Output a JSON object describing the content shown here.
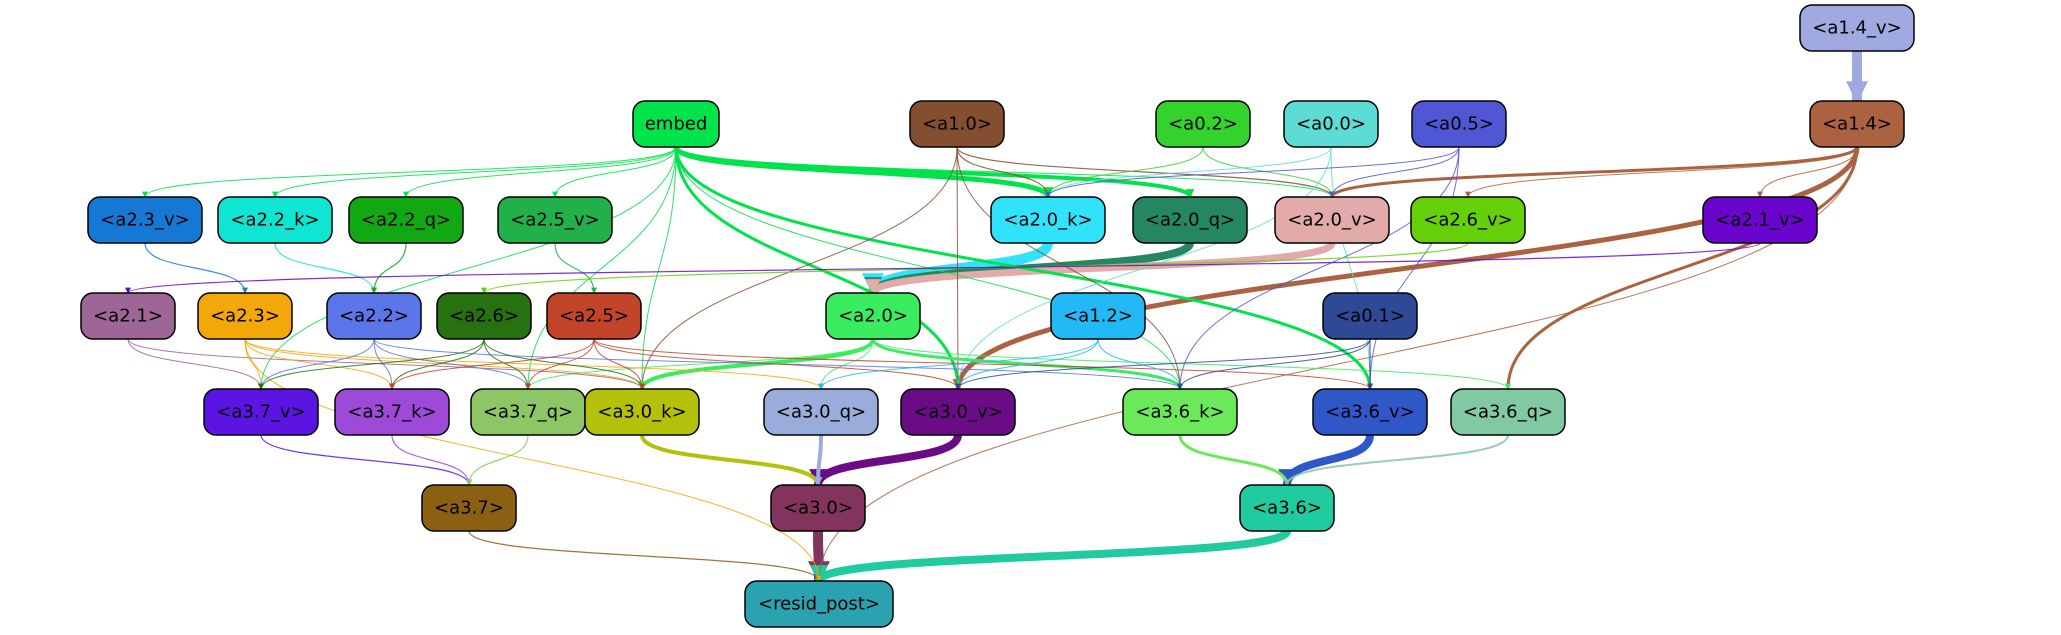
{
  "nodes": [
    {
      "id": "a1_4_v",
      "label": "<a1.4_v>",
      "fill": "#a0a9e0",
      "text": "#000000"
    },
    {
      "id": "embed",
      "label": "embed",
      "fill": "#00e34a",
      "text": "#000000"
    },
    {
      "id": "a1_0",
      "label": "<a1.0>",
      "fill": "#844f31",
      "text": "#000000"
    },
    {
      "id": "a0_2",
      "label": "<a0.2>",
      "fill": "#33d22c",
      "text": "#000000"
    },
    {
      "id": "a0_0",
      "label": "<a0.0>",
      "fill": "#5ddcd6",
      "text": "#000000"
    },
    {
      "id": "a0_5",
      "label": "<a0.5>",
      "fill": "#4f57d5",
      "text": "#000000"
    },
    {
      "id": "a1_4",
      "label": "<a1.4>",
      "fill": "#aa6240",
      "text": "#000000"
    },
    {
      "id": "a2_3_v",
      "label": "<a2.3_v>",
      "fill": "#1578d4",
      "text": "#000000"
    },
    {
      "id": "a2_2_k",
      "label": "<a2.2_k>",
      "fill": "#0fe5d3",
      "text": "#000000"
    },
    {
      "id": "a2_2_q",
      "label": "<a2.2_q>",
      "fill": "#12a813",
      "text": "#000000"
    },
    {
      "id": "a2_5_v",
      "label": "<a2.5_v>",
      "fill": "#22b04a",
      "text": "#000000"
    },
    {
      "id": "a2_0_k",
      "label": "<a2.0_k>",
      "fill": "#31e2fb",
      "text": "#000000"
    },
    {
      "id": "a2_0_q",
      "label": "<a2.0_q>",
      "fill": "#248761",
      "text": "#000000"
    },
    {
      "id": "a2_0_v",
      "label": "<a2.0_v>",
      "fill": "#e2aba9",
      "text": "#000000"
    },
    {
      "id": "a2_6_v",
      "label": "<a2.6_v>",
      "fill": "#65d009",
      "text": "#000000"
    },
    {
      "id": "a2_1_v",
      "label": "<a2.1_v>",
      "fill": "#6905cc",
      "text": "#000000"
    },
    {
      "id": "a2_1",
      "label": "<a2.1>",
      "fill": "#9d6696",
      "text": "#000000"
    },
    {
      "id": "a2_3",
      "label": "<a2.3>",
      "fill": "#f4a708",
      "text": "#000000"
    },
    {
      "id": "a2_2",
      "label": "<a2.2>",
      "fill": "#5a76e9",
      "text": "#000000"
    },
    {
      "id": "a2_6",
      "label": "<a2.6>",
      "fill": "#287110",
      "text": "#000000"
    },
    {
      "id": "a2_5",
      "label": "<a2.5>",
      "fill": "#c24429",
      "text": "#000000"
    },
    {
      "id": "a2_0",
      "label": "<a2.0>",
      "fill": "#39ed5e",
      "text": "#000000"
    },
    {
      "id": "a1_2",
      "label": "<a1.2>",
      "fill": "#22b9f6",
      "text": "#000000"
    },
    {
      "id": "a0_1",
      "label": "<a0.1>",
      "fill": "#2e4995",
      "text": "#000000"
    },
    {
      "id": "a3_7_v",
      "label": "<a3.7_v>",
      "fill": "#5c14e3",
      "text": "#000000"
    },
    {
      "id": "a3_7_k",
      "label": "<a3.7_k>",
      "fill": "#9d4ad9",
      "text": "#000000"
    },
    {
      "id": "a3_7_q",
      "label": "<a3.7_q>",
      "fill": "#8dc664",
      "text": "#000000"
    },
    {
      "id": "a3_0_k",
      "label": "<a3.0_k>",
      "fill": "#b3c10b",
      "text": "#000000"
    },
    {
      "id": "a3_0_q",
      "label": "<a3.0_q>",
      "fill": "#99acdc",
      "text": "#000000"
    },
    {
      "id": "a3_0_v",
      "label": "<a3.0_v>",
      "fill": "#6b0c87",
      "text": "#000000"
    },
    {
      "id": "a3_6_k",
      "label": "<a3.6_k>",
      "fill": "#6ce95a",
      "text": "#000000"
    },
    {
      "id": "a3_6_v",
      "label": "<a3.6_v>",
      "fill": "#2f57c8",
      "text": "#000000"
    },
    {
      "id": "a3_6_q",
      "label": "<a3.6_q>",
      "fill": "#80c9a3",
      "text": "#000000"
    },
    {
      "id": "a3_7",
      "label": "<a3.7>",
      "fill": "#8b6012",
      "text": "#000000"
    },
    {
      "id": "a3_0",
      "label": "<a3.0>",
      "fill": "#83345d",
      "text": "#000000"
    },
    {
      "id": "a3_6",
      "label": "<a3.6>",
      "fill": "#1fcb9f",
      "text": "#000000"
    },
    {
      "id": "resid_post",
      "label": "<resid_post>",
      "fill": "#2aa2b0",
      "text": "#000000"
    }
  ],
  "edges": [
    {
      "from": "a1_4_v",
      "to": "a1_4",
      "color": "#a0a9e0",
      "weight": 10
    },
    {
      "from": "a3_0",
      "to": "resid_post",
      "color": "#83345d",
      "weight": 10
    },
    {
      "from": "a3_6",
      "to": "resid_post",
      "color": "#1fcb9f",
      "weight": 8
    },
    {
      "from": "a3_7",
      "to": "resid_post",
      "color": "#8b6012",
      "weight": 1.2
    },
    {
      "from": "a1_4",
      "to": "resid_post",
      "color": "#aa6240",
      "weight": 1
    },
    {
      "from": "a2_3",
      "to": "resid_post",
      "color": "#f4a708",
      "weight": 1
    },
    {
      "from": "a3_0_v",
      "to": "a3_0",
      "color": "#6b0c87",
      "weight": 8
    },
    {
      "from": "a3_0_k",
      "to": "a3_0",
      "color": "#b3c10b",
      "weight": 4
    },
    {
      "from": "a3_0_q",
      "to": "a3_0",
      "color": "#99acdc",
      "weight": 4
    },
    {
      "from": "a3_6_v",
      "to": "a3_6",
      "color": "#2f57c8",
      "weight": 8
    },
    {
      "from": "a3_6_k",
      "to": "a3_6",
      "color": "#6ce95a",
      "weight": 3
    },
    {
      "from": "a3_6_q",
      "to": "a3_6",
      "color": "#80c9a3",
      "weight": 2
    },
    {
      "from": "a3_7_v",
      "to": "a3_7",
      "color": "#5c14e3",
      "weight": 1.2
    },
    {
      "from": "a3_7_k",
      "to": "a3_7",
      "color": "#9d4ad9",
      "weight": 1.2
    },
    {
      "from": "a3_7_q",
      "to": "a3_7",
      "color": "#8dc664",
      "weight": 1.2
    },
    {
      "from": "a2_0_k",
      "to": "a2_0",
      "color": "#31e2fb",
      "weight": 10
    },
    {
      "from": "a2_0_q",
      "to": "a2_0",
      "color": "#248761",
      "weight": 8
    },
    {
      "from": "a2_0_v",
      "to": "a2_0",
      "color": "#e2aba9",
      "weight": 7
    },
    {
      "from": "a1_4",
      "to": "a3_0_v",
      "color": "#aa6240",
      "weight": 5
    },
    {
      "from": "a1_4",
      "to": "a3_6_q",
      "color": "#aa6240",
      "weight": 3
    },
    {
      "from": "a1_4",
      "to": "a2_0_v",
      "color": "#aa6240",
      "weight": 3
    },
    {
      "from": "a1_4",
      "to": "a2_1_v",
      "color": "#aa6240",
      "weight": 1
    },
    {
      "from": "a1_4",
      "to": "a2_6_v",
      "color": "#aa6240",
      "weight": 1
    },
    {
      "from": "embed",
      "to": "a2_0_k",
      "color": "#00e34a",
      "weight": 5
    },
    {
      "from": "embed",
      "to": "a2_0_q",
      "color": "#00e34a",
      "weight": 4
    },
    {
      "from": "embed",
      "to": "a3_0_v",
      "color": "#00e34a",
      "weight": 3
    },
    {
      "from": "embed",
      "to": "a3_6_v",
      "color": "#00e34a",
      "weight": 3
    },
    {
      "from": "embed",
      "to": "a2_0_v",
      "color": "#00e34a",
      "weight": 1
    },
    {
      "from": "embed",
      "to": "a2_3_v",
      "color": "#00e34a",
      "weight": 1
    },
    {
      "from": "embed",
      "to": "a2_2_k",
      "color": "#00e34a",
      "weight": 1
    },
    {
      "from": "embed",
      "to": "a2_2_q",
      "color": "#00e34a",
      "weight": 1
    },
    {
      "from": "embed",
      "to": "a2_5_v",
      "color": "#00e34a",
      "weight": 1
    },
    {
      "from": "embed",
      "to": "a3_7_v",
      "color": "#00e34a",
      "weight": 1
    },
    {
      "from": "embed",
      "to": "a3_7_q",
      "color": "#00e34a",
      "weight": 1
    },
    {
      "from": "embed",
      "to": "a3_0_k",
      "color": "#00e34a",
      "weight": 1
    },
    {
      "from": "embed",
      "to": "a3_6_k",
      "color": "#00e34a",
      "weight": 1
    },
    {
      "from": "a1_0",
      "to": "a2_0_k",
      "color": "#844f31",
      "weight": 1.2
    },
    {
      "from": "a1_0",
      "to": "a2_0_v",
      "color": "#844f31",
      "weight": 1.2
    },
    {
      "from": "a1_0",
      "to": "a3_0_v",
      "color": "#844f31",
      "weight": 1
    },
    {
      "from": "a1_0",
      "to": "a3_0_k",
      "color": "#844f31",
      "weight": 1
    },
    {
      "from": "a1_0",
      "to": "a3_6_k",
      "color": "#844f31",
      "weight": 1
    },
    {
      "from": "a0_2",
      "to": "a2_0_k",
      "color": "#33d22c",
      "weight": 1
    },
    {
      "from": "a0_2",
      "to": "a2_0_v",
      "color": "#33d22c",
      "weight": 1
    },
    {
      "from": "a0_0",
      "to": "a2_0_k",
      "color": "#5ddcd6",
      "weight": 1
    },
    {
      "from": "a0_0",
      "to": "a3_6_v",
      "color": "#5ddcd6",
      "weight": 1
    },
    {
      "from": "a0_0",
      "to": "a3_0_v",
      "color": "#5ddcd6",
      "weight": 1
    },
    {
      "from": "a0_5",
      "to": "a2_0_k",
      "color": "#4f57d5",
      "weight": 1
    },
    {
      "from": "a0_5",
      "to": "a2_0_v",
      "color": "#4f57d5",
      "weight": 1
    },
    {
      "from": "a0_5",
      "to": "a3_6_k",
      "color": "#4f57d5",
      "weight": 1
    },
    {
      "from": "a0_5",
      "to": "a3_6_v",
      "color": "#4f57d5",
      "weight": 1
    },
    {
      "from": "a2_3_v",
      "to": "a2_3",
      "color": "#1578d4",
      "weight": 1.2
    },
    {
      "from": "a2_2_k",
      "to": "a2_2",
      "color": "#0fe5d3",
      "weight": 1.2
    },
    {
      "from": "a2_2_q",
      "to": "a2_2",
      "color": "#12a813",
      "weight": 1.2
    },
    {
      "from": "a2_5_v",
      "to": "a2_5",
      "color": "#22b04a",
      "weight": 1.2
    },
    {
      "from": "a2_6_v",
      "to": "a2_6",
      "color": "#65d009",
      "weight": 1.2
    },
    {
      "from": "a2_1_v",
      "to": "a2_1",
      "color": "#6905cc",
      "weight": 1.2
    },
    {
      "from": "a2_0",
      "to": "a3_0_k",
      "color": "#39ed5e",
      "weight": 4
    },
    {
      "from": "a2_0",
      "to": "a3_6_k",
      "color": "#39ed5e",
      "weight": 3
    },
    {
      "from": "a2_0",
      "to": "a3_0_q",
      "color": "#39ed5e",
      "weight": 1
    },
    {
      "from": "a2_0",
      "to": "a3_6_q",
      "color": "#39ed5e",
      "weight": 1
    },
    {
      "from": "a2_0",
      "to": "a3_7_q",
      "color": "#39ed5e",
      "weight": 1
    },
    {
      "from": "a2_1",
      "to": "a3_7_v",
      "color": "#9d6696",
      "weight": 1
    },
    {
      "from": "a2_1",
      "to": "a3_0_k",
      "color": "#9d6696",
      "weight": 1
    },
    {
      "from": "a2_3",
      "to": "a3_7_v",
      "color": "#f4a708",
      "weight": 1
    },
    {
      "from": "a2_3",
      "to": "a3_7_k",
      "color": "#f4a708",
      "weight": 1
    },
    {
      "from": "a2_3",
      "to": "a3_0_k",
      "color": "#f4a708",
      "weight": 1
    },
    {
      "from": "a2_3",
      "to": "a3_0_q",
      "color": "#f4a708",
      "weight": 1
    },
    {
      "from": "a2_2",
      "to": "a3_7_v",
      "color": "#5a76e9",
      "weight": 1
    },
    {
      "from": "a2_2",
      "to": "a3_7_k",
      "color": "#5a76e9",
      "weight": 1
    },
    {
      "from": "a2_2",
      "to": "a3_7_q",
      "color": "#5a76e9",
      "weight": 1
    },
    {
      "from": "a2_2",
      "to": "a3_6_k",
      "color": "#5a76e9",
      "weight": 1
    },
    {
      "from": "a2_6",
      "to": "a3_7_v",
      "color": "#287110",
      "weight": 1
    },
    {
      "from": "a2_6",
      "to": "a3_7_k",
      "color": "#287110",
      "weight": 1
    },
    {
      "from": "a2_6",
      "to": "a3_7_q",
      "color": "#287110",
      "weight": 1
    },
    {
      "from": "a2_6",
      "to": "a3_0_k",
      "color": "#287110",
      "weight": 1
    },
    {
      "from": "a2_5",
      "to": "a3_7_k",
      "color": "#c24429",
      "weight": 1
    },
    {
      "from": "a2_5",
      "to": "a3_7_q",
      "color": "#c24429",
      "weight": 1
    },
    {
      "from": "a2_5",
      "to": "a3_0_k",
      "color": "#c24429",
      "weight": 1
    },
    {
      "from": "a2_5",
      "to": "a3_0_v",
      "color": "#c24429",
      "weight": 1
    },
    {
      "from": "a2_5",
      "to": "a3_6_v",
      "color": "#c24429",
      "weight": 1
    },
    {
      "from": "a1_2",
      "to": "a3_0_q",
      "color": "#22b9f6",
      "weight": 1
    },
    {
      "from": "a1_2",
      "to": "a3_6_k",
      "color": "#22b9f6",
      "weight": 1
    },
    {
      "from": "a1_2",
      "to": "a3_0_v",
      "color": "#22b9f6",
      "weight": 1
    },
    {
      "from": "a0_1",
      "to": "a3_6_v",
      "color": "#2e4995",
      "weight": 1.2
    },
    {
      "from": "a0_1",
      "to": "a3_6_k",
      "color": "#2e4995",
      "weight": 1
    },
    {
      "from": "a0_1",
      "to": "a3_0_v",
      "color": "#2e4995",
      "weight": 1
    }
  ]
}
